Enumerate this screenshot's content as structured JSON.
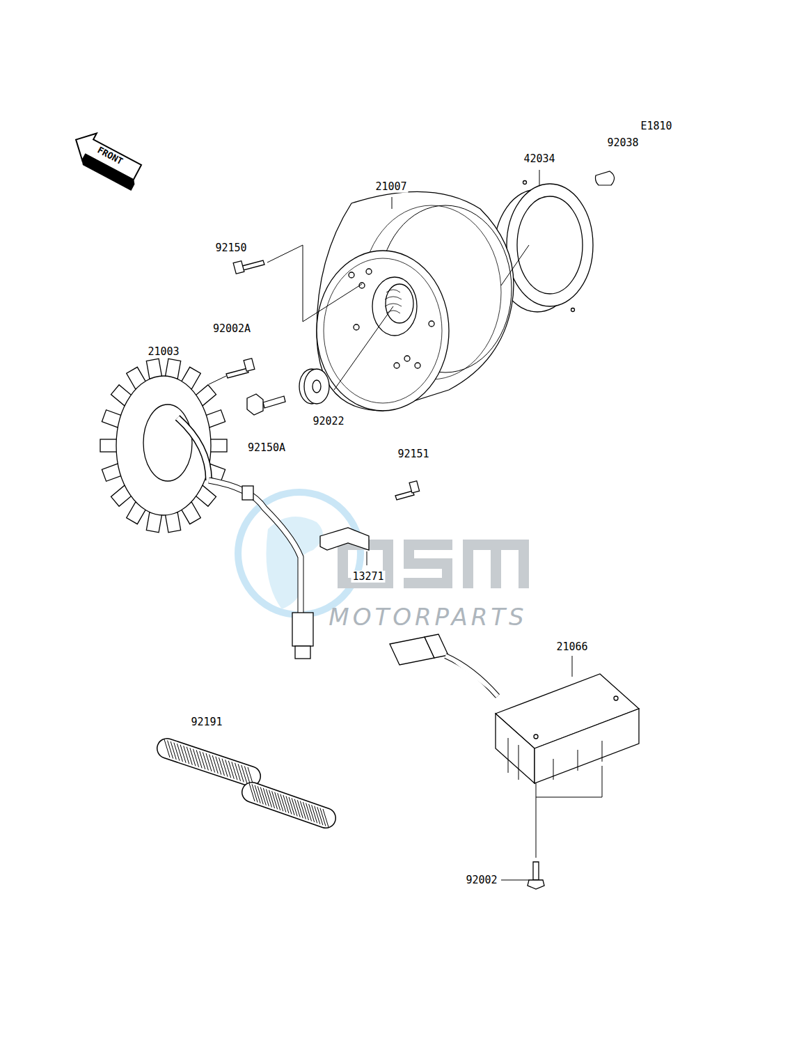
{
  "diagram": {
    "labels": [
      "E1810",
      "FRONT",
      "92038",
      "42034",
      "21007",
      "92150",
      "92002A",
      "21003",
      "92022",
      "92150A",
      "92151",
      "13271",
      "21066",
      "92191",
      "92002",
      "MOTORPARTS"
    ]
  }
}
